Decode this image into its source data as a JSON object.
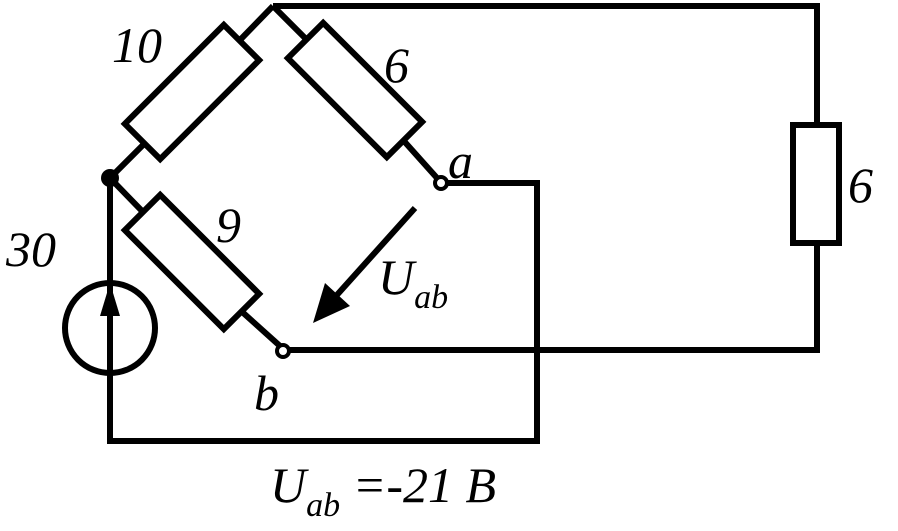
{
  "labels": {
    "r_top_left": "10",
    "r_top_right": "6",
    "r_bottom_left": "9",
    "r_right": "6",
    "source": "30",
    "node_a": "a",
    "node_b": "b",
    "voltage_label": {
      "main": "U",
      "sub": "ab"
    },
    "result": {
      "main": "U",
      "sub": "ab",
      "rest": " =-21 B"
    }
  }
}
